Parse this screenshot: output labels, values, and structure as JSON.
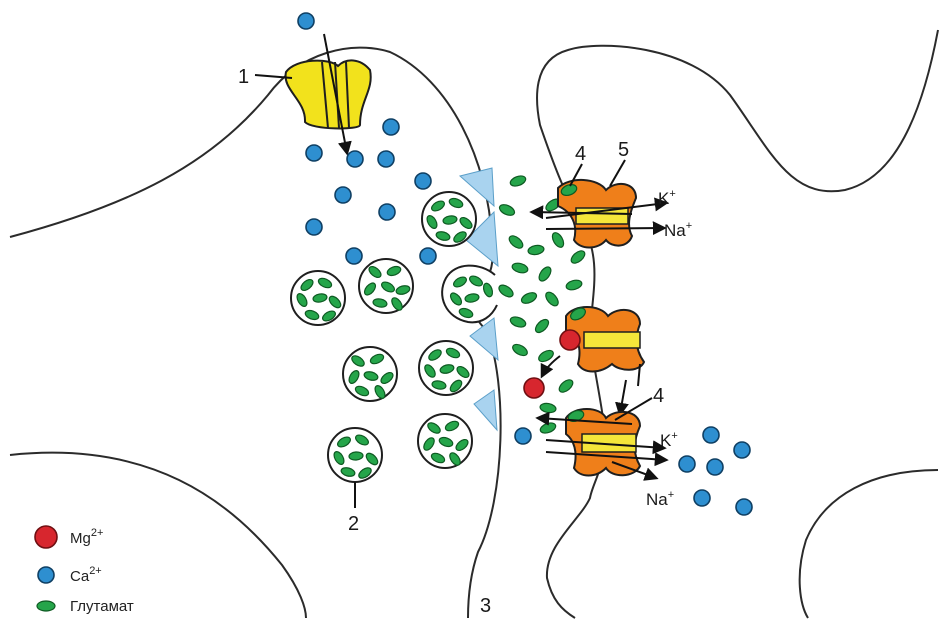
{
  "labels": {
    "n1": "1",
    "n2": "2",
    "n3": "3",
    "n4_top": "4",
    "n4_bottom": "4",
    "n5": "5"
  },
  "ions": {
    "k_top_base": "K",
    "k_top_sup": "+",
    "na_top_base": "Na",
    "na_top_sup": "+",
    "k_bottom_base": "K",
    "k_bottom_sup": "+",
    "na_bottom_base": "Na",
    "na_bottom_sup": "+"
  },
  "legend": {
    "mg_base": "Mg",
    "mg_sup": "2+",
    "ca_base": "Ca",
    "ca_sup": "2+",
    "glutamate": "Глутамат"
  },
  "colors": {
    "calcium": "#2e8fd0",
    "magnesium": "#d7262e",
    "glutamate": "#25a54a",
    "voltage_channel": "#f2e21c",
    "receptor_body": "#ef7f1a",
    "receptor_pore": "#f5e63a",
    "active_zone": "#a9d3ef"
  }
}
